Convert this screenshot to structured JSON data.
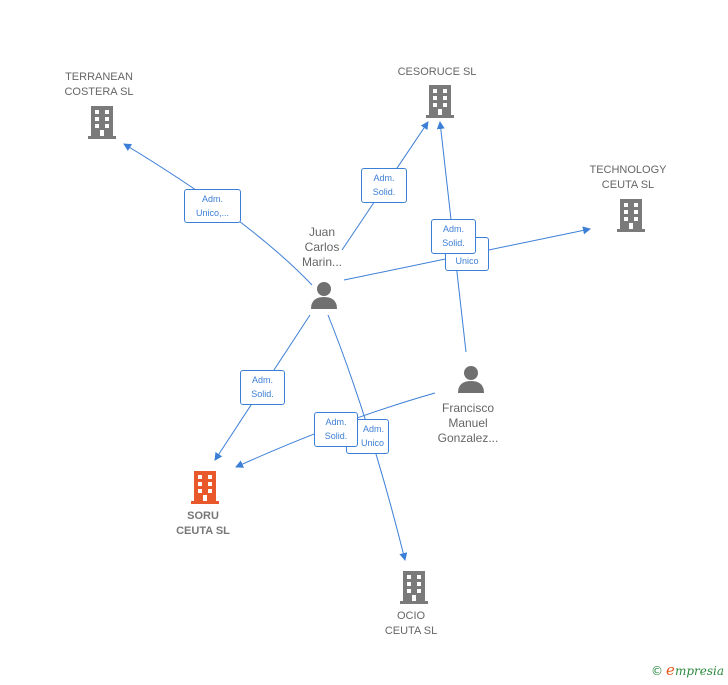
{
  "colors": {
    "edge": "#3c7fd6",
    "company": "#7a7a7a",
    "company_highlight": "#e8582b",
    "person": "#707070"
  },
  "companies": [
    {
      "id": "terranean",
      "name": "TERRANEAN\nCOSTERA SL",
      "highlight": false
    },
    {
      "id": "cesoruce",
      "name": "CESORUCE SL",
      "highlight": false
    },
    {
      "id": "technology",
      "name": "TECHNOLOGY\nCEUTA SL",
      "highlight": false
    },
    {
      "id": "soru",
      "name": "SORU\nCEUTA SL",
      "highlight": true
    },
    {
      "id": "ocio",
      "name": "OCIO\nCEUTA SL",
      "highlight": false
    }
  ],
  "persons": [
    {
      "id": "juan",
      "name": "Juan\nCarlos\nMarin..."
    },
    {
      "id": "francisco",
      "name": "Francisco\nManuel\nGonzalez..."
    }
  ],
  "edge_labels": [
    {
      "id": "e1",
      "text": "Adm.\nUnico,..."
    },
    {
      "id": "e2",
      "text": "Adm.\nSolid."
    },
    {
      "id": "e3",
      "text": "Unico"
    },
    {
      "id": "e4",
      "text": "Adm.\nSolid."
    },
    {
      "id": "e5",
      "text": "Adm.\nSolid."
    },
    {
      "id": "e6",
      "text": "Adm.\nUnico"
    },
    {
      "id": "e7",
      "text": "Adm.\nSolid."
    }
  ],
  "footer": {
    "copyright": "©",
    "brand_initial": "e",
    "brand_rest": "mpresia"
  }
}
